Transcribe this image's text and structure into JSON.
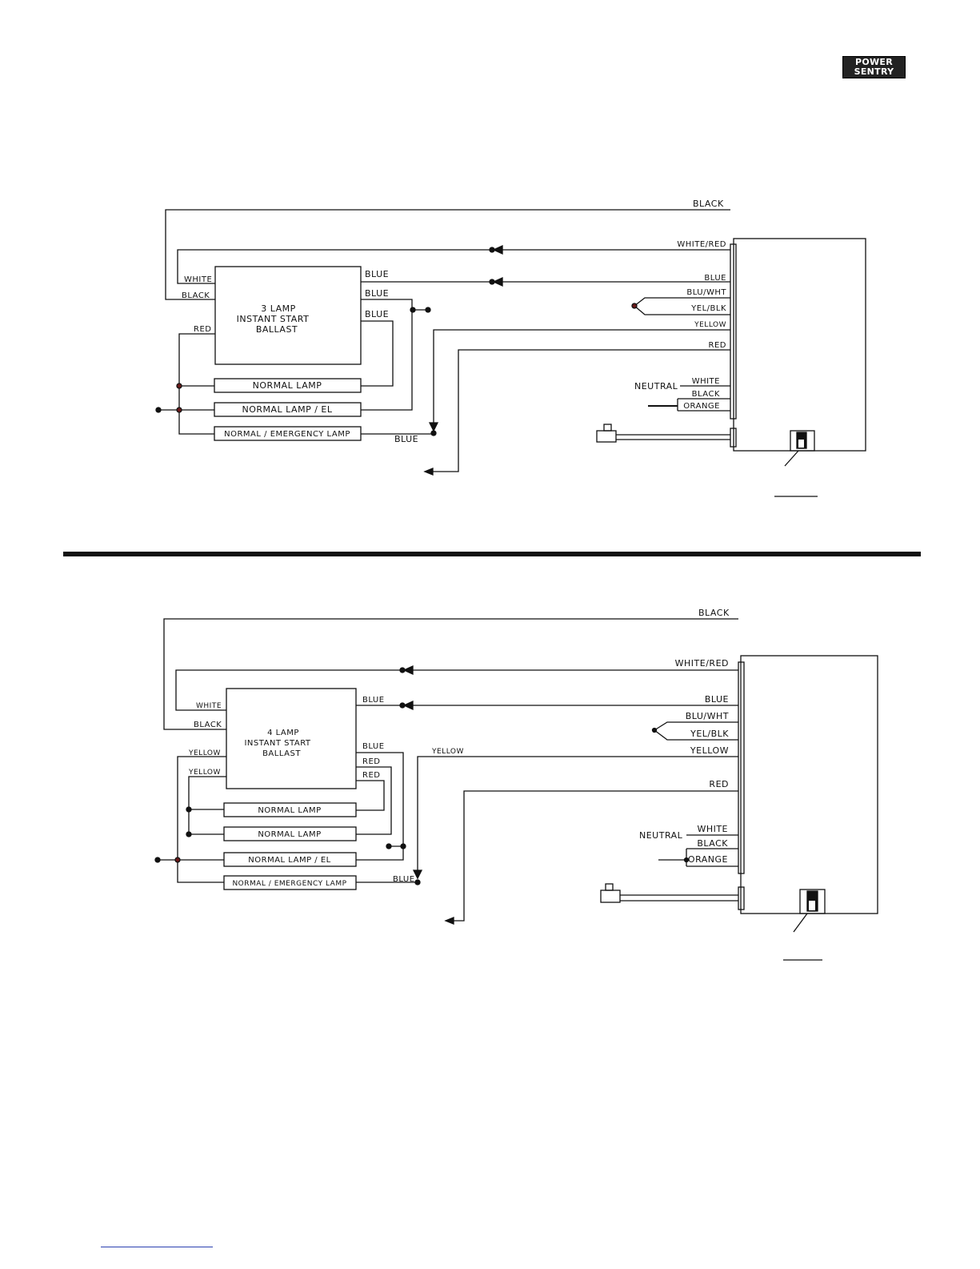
{
  "brand": {
    "logo_line1": "POWER",
    "logo_line2": "SENTRY"
  },
  "diagram1": {
    "ballast_label": [
      "3 LAMP",
      "INSTANT START",
      "BALLAST"
    ],
    "lamps": [
      "NORMAL LAMP",
      "NORMAL LAMP / EL",
      "NORMAL / EMERGENCY LAMP"
    ],
    "left_wires": {
      "white": "WHITE",
      "black": "BLACK",
      "red": "RED"
    },
    "ballast_out": {
      "blue1": "BLUE",
      "blue2": "BLUE",
      "blue3": "BLUE"
    },
    "lamp_out_blue": "BLUE",
    "top_black": "BLACK",
    "module_leads": [
      "WHITE/RED",
      "BLUE",
      "BLU/WHT",
      "YEL/BLK",
      "YELLOW",
      "RED",
      "WHITE",
      "BLACK",
      "ORANGE"
    ],
    "neutral": "NEUTRAL"
  },
  "diagram2": {
    "ballast_label": [
      "4 LAMP",
      "INSTANT START",
      "BALLAST"
    ],
    "lamps": [
      "NORMAL LAMP",
      "NORMAL LAMP",
      "NORMAL LAMP / EL",
      "NORMAL / EMERGENCY LAMP"
    ],
    "left_wires": {
      "white": "WHITE",
      "black": "BLACK",
      "yellow1": "YELLOW",
      "yellow2": "YELLOW"
    },
    "ballast_out": {
      "blue1": "BLUE",
      "blue2": "BLUE",
      "red1": "RED",
      "red2": "RED"
    },
    "mid_yellow": "YELLOW",
    "lamp_out_blue": "BLUE",
    "top_black": "BLACK",
    "module_leads": [
      "WHITE/RED",
      "BLUE",
      "BLU/WHT",
      "YEL/BLK",
      "YELLOW",
      "RED",
      "WHITE",
      "BLACK",
      "ORANGE"
    ],
    "neutral": "NEUTRAL"
  }
}
